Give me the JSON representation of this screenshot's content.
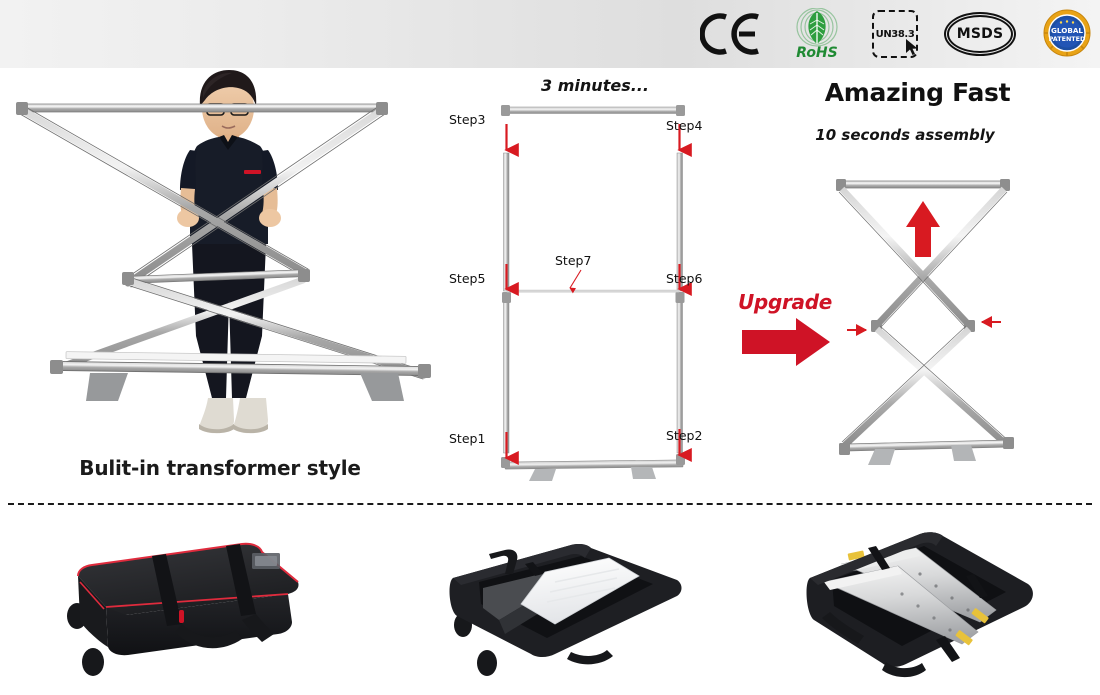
{
  "header": {
    "badges": [
      {
        "name": "ce-badge",
        "label": "CE"
      },
      {
        "name": "rohs-badge",
        "label": "RoHS"
      },
      {
        "name": "un383-badge",
        "label": "UN38.3"
      },
      {
        "name": "msds-badge",
        "label": "MSDS"
      },
      {
        "name": "global-patented-badge",
        "label_top": "GLOBAL",
        "label_bottom": "PATENTED"
      }
    ]
  },
  "left_panel": {
    "caption": "Bulit-in transformer style"
  },
  "middle_panel": {
    "title": "3 minutes...",
    "steps": [
      {
        "id": "step3",
        "label": "Step3"
      },
      {
        "id": "step4",
        "label": "Step4"
      },
      {
        "id": "step5",
        "label": "Step5"
      },
      {
        "id": "step6",
        "label": "Step6"
      },
      {
        "id": "step7",
        "label": "Step7"
      },
      {
        "id": "step1",
        "label": "Step1"
      },
      {
        "id": "step2",
        "label": "Step2"
      }
    ]
  },
  "upgrade": {
    "label": "Upgrade"
  },
  "right_panel": {
    "title": "Amazing Fast",
    "subtitle": "10 seconds assembly"
  },
  "bottom_panel": {
    "items": [
      {
        "name": "closed-rolling-bag",
        "desc": "closed black rolling carry bag with red piping"
      },
      {
        "name": "open-bag-with-graphic",
        "desc": "open bag showing white fabric graphic"
      },
      {
        "name": "open-bag-with-frame-rails",
        "desc": "open bag with aluminum frame rails"
      }
    ]
  },
  "colors": {
    "accent_red": "#cf1326",
    "arrow_red": "#d81a21",
    "frame_gray": "#9d9d9d",
    "band_gray": "#e8e8e8",
    "text_dark": "#141414"
  }
}
